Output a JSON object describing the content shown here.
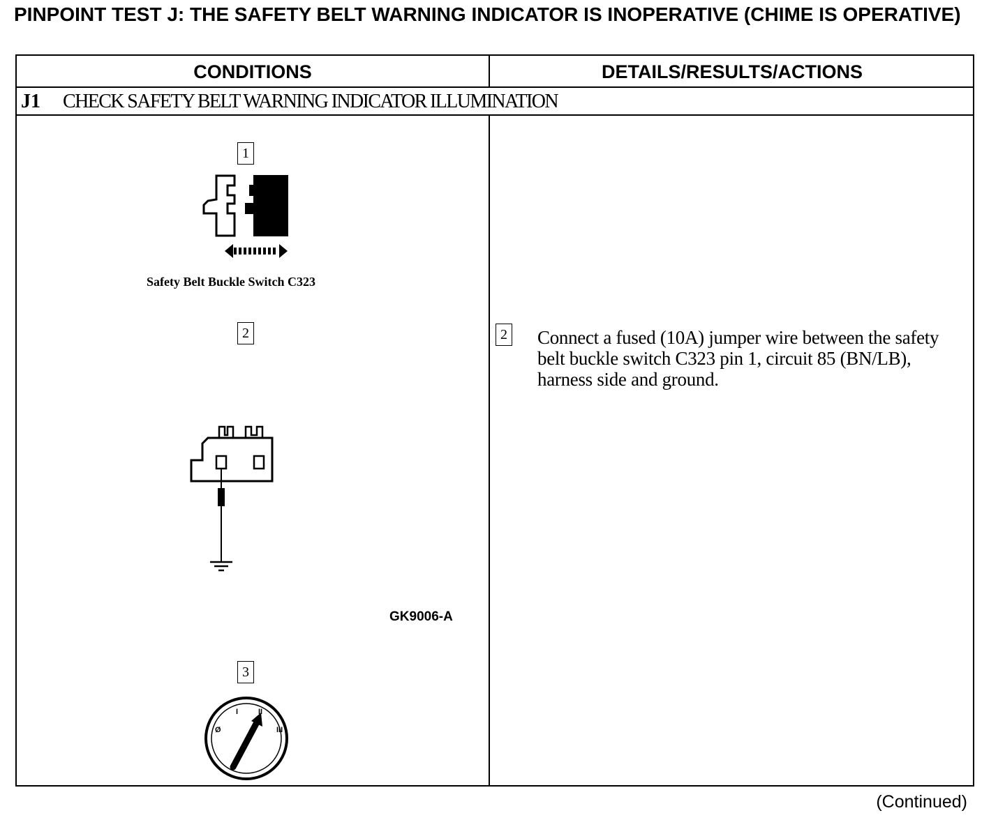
{
  "title": "PINPOINT TEST J:  THE SAFETY BELT WARNING INDICATOR IS INOPERATIVE (CHIME IS OPERATIVE)",
  "table": {
    "col_conditions": "CONDITIONS",
    "col_details": "DETAILS/RESULTS/ACTIONS",
    "step_id": "J1",
    "step_title": "CHECK SAFETY BELT WARNING INDICATOR ILLUMINATION"
  },
  "conditions": {
    "step1_num": "1",
    "step1_caption": "Safety Belt Buckle Switch C323",
    "step2_num": "2",
    "figure_code": "GK9006-A",
    "step3_num": "3",
    "ignition_marks": [
      "Ø",
      "I",
      "II",
      "III"
    ]
  },
  "actions": {
    "step2_num": "2",
    "step2_text": "Connect a fused (10A) jumper wire between the safety belt buckle switch C323 pin 1, circuit 85 (BN/LB), harness side and ground."
  },
  "footer": {
    "continued": "(Continued)"
  },
  "colors": {
    "ink": "#000000",
    "paper": "#ffffff"
  }
}
